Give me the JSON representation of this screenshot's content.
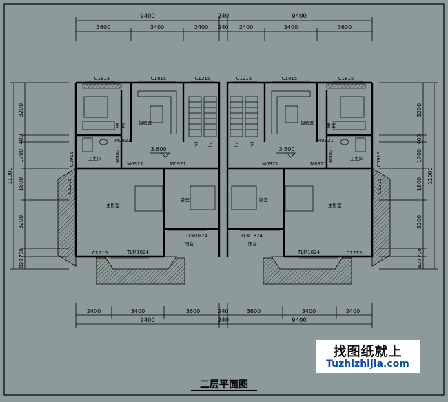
{
  "title": "二层平面图",
  "watermark": {
    "cn": "找图纸就上",
    "en": "Tuzhizhijia.com"
  },
  "dims": {
    "top_total_left": "9400",
    "top_total_mid": "240",
    "top_total_right": "9400",
    "top_row2": [
      "3600",
      "3400",
      "2400",
      "240",
      "2400",
      "3400",
      "3600"
    ],
    "bottom_total_left": "9400",
    "bottom_total_mid": "240",
    "bottom_total_right": "9400",
    "bottom_row1": [
      "2400",
      "3400",
      "3600",
      "240",
      "3600",
      "3400",
      "2400"
    ],
    "left_total": "11000",
    "left_parts": [
      "3200",
      "400",
      "1700",
      "1800",
      "3200",
      "700",
      "820"
    ],
    "right_total": "11000",
    "right_parts": [
      "3200",
      "400",
      "1700",
      "1800",
      "3200",
      "700",
      "820"
    ]
  },
  "labels": {
    "window_c1815": "C1815",
    "window_c1215": "C1215",
    "window_c0915": "C0915",
    "door_m0921": "M0921",
    "door_m0821": "M0821",
    "tlm1824": "TLM1824",
    "elev": "3.600",
    "room_bed": "卧室",
    "room_master": "主卧室",
    "room_living": "起居室",
    "room_bath": "卫生间",
    "room_balcony": "阳台",
    "stair_down": "下",
    "stair_up": "上"
  }
}
